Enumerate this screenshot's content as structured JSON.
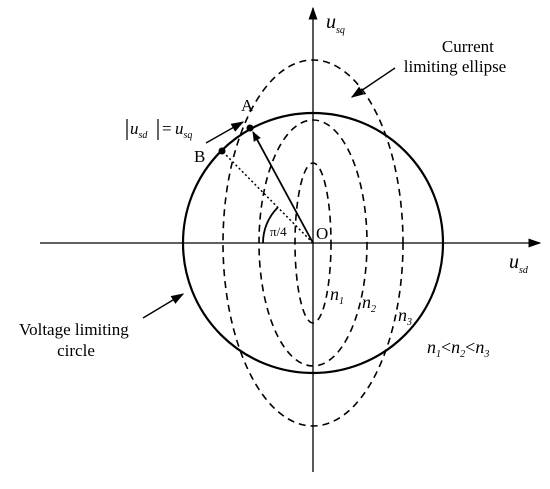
{
  "axes": {
    "x_label": "u",
    "x_sub": "sd",
    "y_label": "u",
    "y_sub": "sq"
  },
  "points": {
    "origin": "O",
    "a": "A",
    "b": "B"
  },
  "angle_label": "π/4",
  "equation": {
    "lhs": "u",
    "lhs_sub": "sd",
    "rhs": "u",
    "rhs_sub": "sq"
  },
  "current_ellipse_label": [
    "Current",
    "limiting ellipse"
  ],
  "voltage_circle_label": [
    "Voltage limiting",
    "circle"
  ],
  "speed_labels": [
    {
      "n": "n",
      "sub": "1"
    },
    {
      "n": "n",
      "sub": "2"
    },
    {
      "n": "n",
      "sub": "3"
    }
  ],
  "relation": {
    "n1": "n",
    "s1": "1",
    "lt1": "<",
    "n2": "n",
    "s2": "2",
    "lt2": "<",
    "n3": "n",
    "s3": "3"
  }
}
